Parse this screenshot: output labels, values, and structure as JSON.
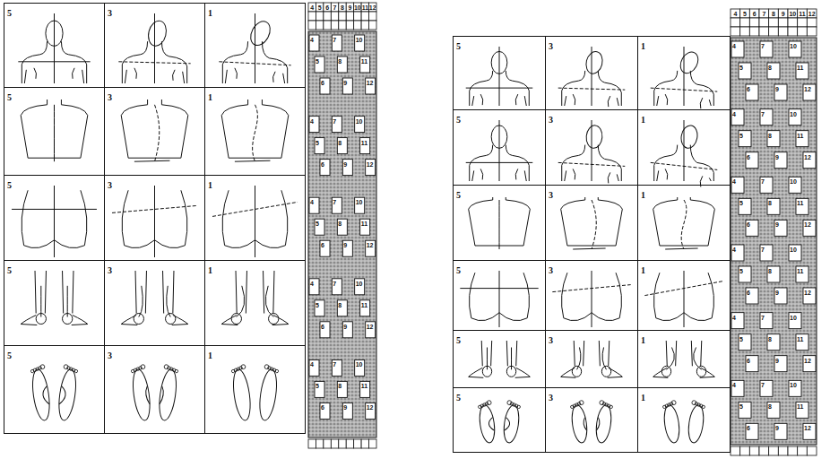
{
  "diagram": {
    "nodes": [
      {
        "text": [
          "5"
        ]
      },
      {
        "text": [
          "3"
        ]
      },
      {
        "text": [
          "1"
        ]
      },
      {
        "text": [
          "5"
        ]
      },
      {
        "text": [
          "3"
        ]
      },
      {
        "text": [
          "1"
        ]
      },
      {
        "text": [
          "5"
        ]
      },
      {
        "text": [
          "3"
        ]
      },
      {
        "text": [
          "1"
        ]
      },
      {
        "text": [
          "5"
        ]
      },
      {
        "text": [
          "3"
        ]
      },
      {
        "text": [
          "1"
        ]
      },
      {
        "text": [
          "5"
        ]
      },
      {
        "text": [
          "3"
        ]
      },
      {
        "text": [
          "1"
        ]
      },
      {
        "text": [
          "5"
        ]
      },
      {
        "text": [
          "3"
        ]
      },
      {
        "text": [
          "1"
        ]
      },
      {
        "text": [
          "5"
        ]
      },
      {
        "text": [
          "3"
        ]
      },
      {
        "text": [
          "1"
        ]
      },
      {
        "text": [
          "5"
        ]
      },
      {
        "text": [
          "3"
        ]
      },
      {
        "text": [
          "1"
        ]
      },
      {
        "text": [
          "5"
        ]
      },
      {
        "text": [
          "3"
        ]
      },
      {
        "text": [
          "1"
        ]
      },
      {
        "text": [
          "5"
        ]
      },
      {
        "text": [
          "3"
        ]
      },
      {
        "text": [
          "1"
        ]
      },
      {
        "text": [
          "5"
        ]
      },
      {
        "text": [
          "3"
        ]
      },
      {
        "text": [
          "1"
        ]
      }
    ],
    "labels": [
      "4",
      "5",
      "6",
      "7",
      "8",
      "9",
      "10",
      "11",
      "12",
      "4",
      "5",
      "6",
      "7",
      "8",
      "9",
      "10",
      "11",
      "12",
      "4",
      "5",
      "6",
      "7",
      "8",
      "9",
      "10",
      "11",
      "12",
      "4",
      "5",
      "6",
      "7",
      "8",
      "9",
      "10",
      "11",
      "12",
      "4",
      "5",
      "6",
      "7",
      "8",
      "9",
      "10",
      "11",
      "12",
      "4",
      "5",
      "6",
      "7",
      "8",
      "9",
      "10",
      "11",
      "12",
      "4",
      "5",
      "6",
      "7",
      "8",
      "9",
      "10",
      "11",
      "12",
      "4",
      "5",
      "6",
      "7",
      "8",
      "9",
      "10",
      "11",
      "12",
      "4",
      "5",
      "6",
      "7",
      "8",
      "9",
      "10",
      "11",
      "12",
      "4",
      "5",
      "6",
      "7",
      "8",
      "9",
      "10",
      "11",
      "12",
      "4",
      "5",
      "6",
      "7",
      "8",
      "9",
      "10",
      "11",
      "12",
      "4",
      "5",
      "6",
      "7",
      "8",
      "9",
      "10",
      "11",
      "12",
      "4",
      "5",
      "6",
      "7",
      "8",
      "9",
      "10",
      "11",
      "12"
    ]
  }
}
